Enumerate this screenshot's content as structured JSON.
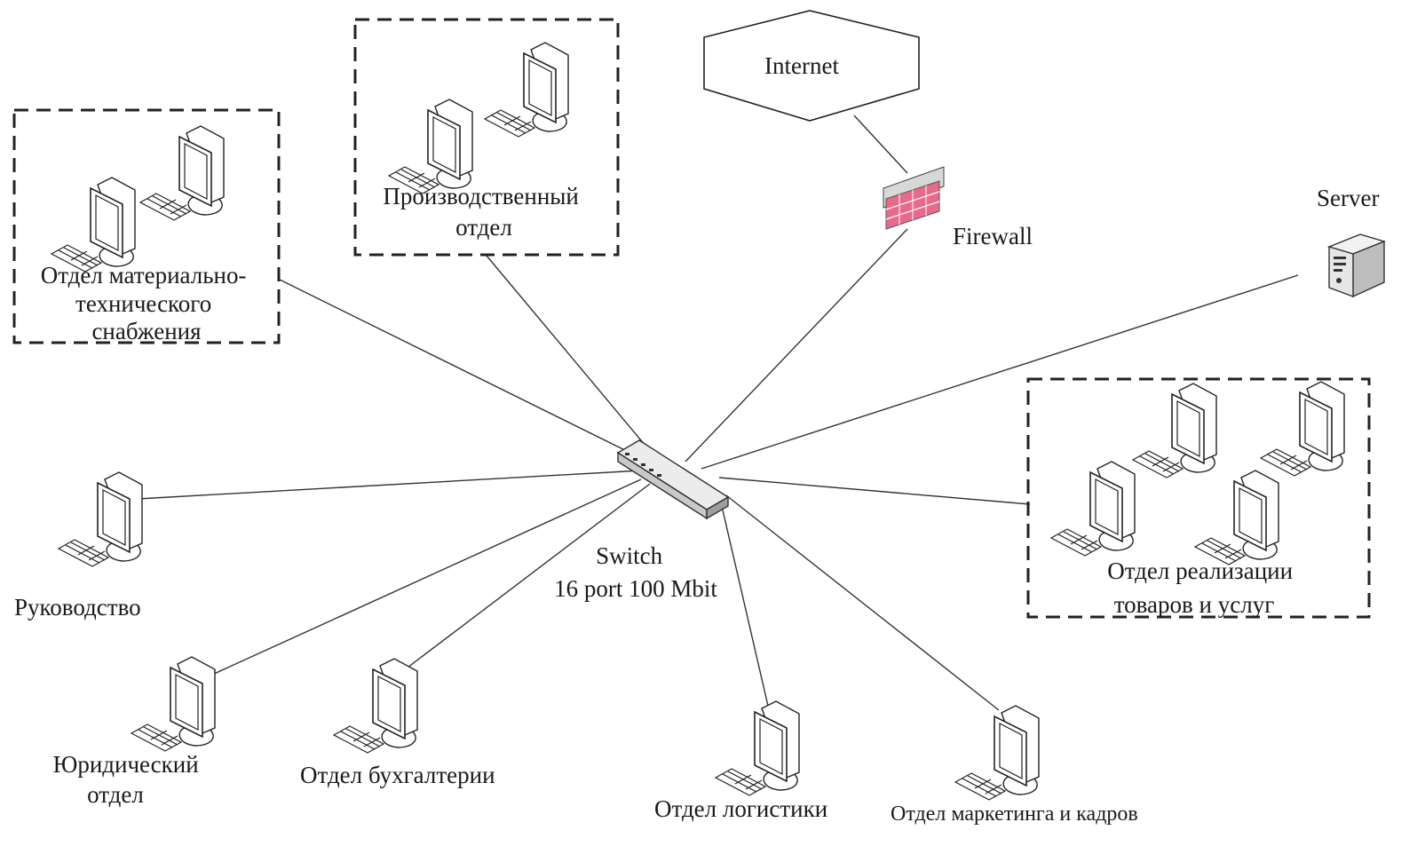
{
  "nodes": {
    "internet": "Internet",
    "firewall": "Firewall",
    "server": "Server",
    "switch": [
      "Switch",
      "16 port 100 Mbit"
    ]
  },
  "departments": {
    "materials": [
      "Отдел материально-",
      "технического",
      "снабжения"
    ],
    "production": [
      "Производственный",
      "отдел"
    ],
    "sales": [
      "Отдел реализации",
      "товаров и услуг"
    ],
    "management": "Руководство",
    "legal": [
      "Юридический",
      "отдел"
    ],
    "accounting": "Отдел бухгалтерии",
    "logistics": "Отдел логистики",
    "marketing": "Отдел маркетинга и кадров"
  },
  "colors": {
    "firewall_brick": "#e86a8a",
    "firewall_cap": "#d8d8d8",
    "server_body": "#e6e6e6"
  }
}
